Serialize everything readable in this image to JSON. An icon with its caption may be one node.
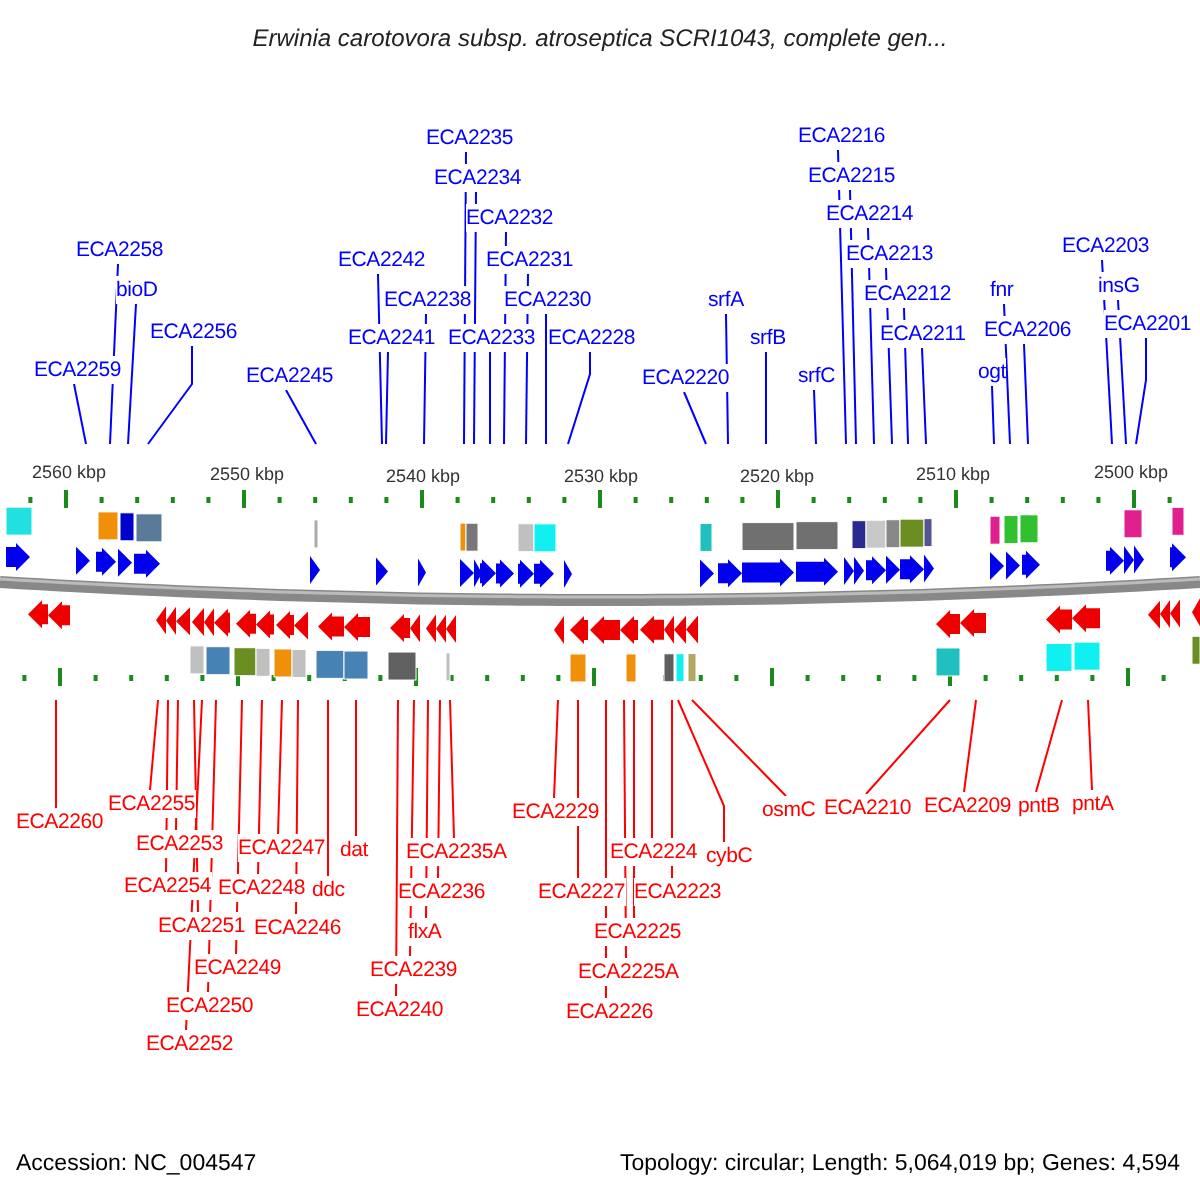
{
  "diagram": {
    "title": "Erwinia carotovora subsp. atroseptica SCRI1043, complete gen...",
    "nodes": [
      {
        "text": [
          "ECA2235"
        ]
      },
      {
        "text": [
          "ECA2216"
        ]
      },
      {
        "text": [
          "ECA2234"
        ]
      },
      {
        "text": [
          "ECA2215"
        ]
      },
      {
        "text": [
          "ECA2214"
        ]
      },
      {
        "text": [
          "ECA2232"
        ]
      },
      {
        "text": [
          "ECA2258"
        ]
      },
      {
        "text": [
          "ECA2242"
        ]
      },
      {
        "text": [
          "ECA2231"
        ]
      },
      {
        "text": [
          "ECA2203"
        ]
      },
      {
        "text": [
          "ECA2213"
        ]
      },
      {
        "text": [
          "bioD"
        ]
      },
      {
        "text": [
          "ECA2238"
        ]
      },
      {
        "text": [
          "ECA2230"
        ]
      },
      {
        "text": [
          "srfA"
        ]
      },
      {
        "text": [
          "ECA2212"
        ]
      },
      {
        "text": [
          "fnr"
        ]
      },
      {
        "text": [
          "insG"
        ]
      },
      {
        "text": [
          "ECA2256"
        ]
      },
      {
        "text": [
          "ECA2241"
        ]
      },
      {
        "text": [
          "ECA2233"
        ]
      },
      {
        "text": [
          "ECA2228"
        ]
      },
      {
        "text": [
          "srfB"
        ]
      },
      {
        "text": [
          "ECA2211"
        ]
      },
      {
        "text": [
          "ECA2206"
        ]
      },
      {
        "text": [
          "ECA2201"
        ]
      },
      {
        "text": [
          "ECA2259"
        ]
      },
      {
        "text": [
          "ECA2245"
        ]
      },
      {
        "text": [
          "ECA2220"
        ]
      },
      {
        "text": [
          "srfC"
        ]
      },
      {
        "text": [
          "ogt"
        ]
      },
      {
        "text": [
          "ECA2255"
        ]
      },
      {
        "text": [
          "pntA"
        ]
      },
      {
        "text": [
          "pntB"
        ]
      },
      {
        "text": [
          "ECA2209"
        ]
      },
      {
        "text": [
          "ECA2210"
        ]
      },
      {
        "text": [
          "osmC"
        ]
      },
      {
        "text": [
          "ECA2229"
        ]
      },
      {
        "text": [
          "ECA2260"
        ]
      },
      {
        "text": [
          "ECA2253"
        ]
      },
      {
        "text": [
          "ECA2247"
        ]
      },
      {
        "text": [
          "dat"
        ]
      },
      {
        "text": [
          "ECA2235A"
        ]
      },
      {
        "text": [
          "ECA2224"
        ]
      },
      {
        "text": [
          "cybC"
        ]
      },
      {
        "text": [
          "ECA2254"
        ]
      },
      {
        "text": [
          "ECA2248"
        ]
      },
      {
        "text": [
          "ddc"
        ]
      },
      {
        "text": [
          "ECA2236"
        ]
      },
      {
        "text": [
          "ECA2227"
        ]
      },
      {
        "text": [
          "ECA2223"
        ]
      },
      {
        "text": [
          "ECA2251"
        ]
      },
      {
        "text": [
          "ECA2246"
        ]
      },
      {
        "text": [
          "flxA"
        ]
      },
      {
        "text": [
          "ECA2225"
        ]
      },
      {
        "text": [
          "ECA2249"
        ]
      },
      {
        "text": [
          "ECA2239"
        ]
      },
      {
        "text": [
          "ECA2225A"
        ]
      },
      {
        "text": [
          "ECA2250"
        ]
      },
      {
        "text": [
          "ECA2240"
        ]
      },
      {
        "text": [
          "ECA2226"
        ]
      },
      {
        "text": [
          "ECA2252"
        ]
      }
    ],
    "edges": [
      {
        "from": 0,
        "to": null,
        "arrow": "none"
      },
      {
        "from": 1,
        "to": null,
        "arrow": "none"
      },
      {
        "from": 2,
        "to": null,
        "arrow": "none"
      },
      {
        "from": 3,
        "to": null,
        "arrow": "none"
      },
      {
        "from": 4,
        "to": null,
        "arrow": "none"
      },
      {
        "from": 5,
        "to": null,
        "arrow": "none"
      },
      {
        "from": 6,
        "to": null,
        "arrow": "none"
      },
      {
        "from": 7,
        "to": null,
        "arrow": "none"
      },
      {
        "from": 8,
        "to": null,
        "arrow": "none"
      },
      {
        "from": 9,
        "to": null,
        "arrow": "none"
      },
      {
        "from": 10,
        "to": null,
        "arrow": "none"
      },
      {
        "from": 11,
        "to": null,
        "arrow": "none"
      },
      {
        "from": 12,
        "to": null,
        "arrow": "none"
      },
      {
        "from": 13,
        "to": null,
        "arrow": "none"
      },
      {
        "from": 14,
        "to": null,
        "arrow": "none"
      },
      {
        "from": 15,
        "to": null,
        "arrow": "none"
      },
      {
        "from": 16,
        "to": null,
        "arrow": "none"
      },
      {
        "from": 17,
        "to": null,
        "arrow": "none"
      },
      {
        "from": 18,
        "to": null,
        "arrow": "none"
      },
      {
        "from": 19,
        "to": null,
        "arrow": "none"
      },
      {
        "from": 20,
        "to": null,
        "arrow": "none"
      },
      {
        "from": 21,
        "to": null,
        "arrow": "none"
      },
      {
        "from": 22,
        "to": null,
        "arrow": "none"
      },
      {
        "from": 23,
        "to": null,
        "arrow": "none"
      },
      {
        "from": 24,
        "to": null,
        "arrow": "none"
      },
      {
        "from": 25,
        "to": null,
        "arrow": "none"
      },
      {
        "from": 26,
        "to": null,
        "arrow": "none"
      },
      {
        "from": 27,
        "to": null,
        "arrow": "none"
      },
      {
        "from": 28,
        "to": null,
        "arrow": "none"
      },
      {
        "from": 29,
        "to": null,
        "arrow": "none"
      },
      {
        "from": 30,
        "to": null,
        "arrow": "none"
      },
      {
        "from": 31,
        "to": null,
        "arrow": "none",
        "color": "#ff0000"
      },
      {
        "from": 32,
        "to": null,
        "arrow": "none",
        "color": "#ff0000"
      },
      {
        "from": 33,
        "to": null,
        "arrow": "none",
        "color": "#ff0000"
      },
      {
        "from": 34,
        "to": null,
        "arrow": "none",
        "color": "#ff0000"
      },
      {
        "from": 35,
        "to": null,
        "arrow": "none",
        "color": "#ff0000"
      },
      {
        "from": 36,
        "to": null,
        "arrow": "none",
        "color": "#ff0000"
      },
      {
        "from": 37,
        "to": null,
        "arrow": "none",
        "color": "#ff0000"
      },
      {
        "from": 38,
        "to": null,
        "arrow": "none",
        "color": "#ff0000"
      },
      {
        "from": 39,
        "to": null,
        "arrow": "none",
        "color": "#ff0000"
      },
      {
        "from": 40,
        "to": null,
        "arrow": "none",
        "color": "#ff0000"
      },
      {
        "from": 41,
        "to": null,
        "arrow": "none",
        "color": "#ff0000"
      },
      {
        "from": 42,
        "to": null,
        "arrow": "none",
        "color": "#ff0000"
      },
      {
        "from": 43,
        "to": null,
        "arrow": "none",
        "color": "#ff0000"
      },
      {
        "from": 44,
        "to": null,
        "arrow": "none",
        "color": "#ff0000"
      },
      {
        "from": 45,
        "to": null,
        "arrow": "none",
        "color": "#ff0000"
      },
      {
        "from": 46,
        "to": null,
        "arrow": "none",
        "color": "#ff0000"
      },
      {
        "from": 47,
        "to": null,
        "arrow": "none",
        "color": "#ff0000"
      },
      {
        "from": 48,
        "to": null,
        "arrow": "none",
        "color": "#ff0000"
      },
      {
        "from": 49,
        "to": null,
        "arrow": "none",
        "color": "#ff0000"
      },
      {
        "from": 50,
        "to": null,
        "arrow": "none",
        "color": "#ff0000"
      },
      {
        "from": 51,
        "to": null,
        "arrow": "none",
        "color": "#ff0000"
      },
      {
        "from": 52,
        "to": null,
        "arrow": "none",
        "color": "#ff0000"
      },
      {
        "from": 53,
        "to": null,
        "arrow": "none",
        "color": "#ff0000"
      },
      {
        "from": 54,
        "to": null,
        "arrow": "none",
        "color": "#ff0000"
      },
      {
        "from": 55,
        "to": null,
        "arrow": "none",
        "color": "#ff0000"
      },
      {
        "from": 56,
        "to": null,
        "arrow": "none",
        "color": "#ff0000"
      },
      {
        "from": 57,
        "to": null,
        "arrow": "none",
        "color": "#ff0000"
      },
      {
        "from": 58,
        "to": null,
        "arrow": "none",
        "color": "#ff0000"
      },
      {
        "from": 59,
        "to": null,
        "arrow": "none",
        "color": "#ff0000"
      },
      {
        "from": 60,
        "to": null,
        "arrow": "none",
        "color": "#ff0000"
      },
      {
        "from": 61,
        "to": null,
        "arrow": "none",
        "color": "#ff0000"
      }
    ],
    "labels": [
      "2560 kbp",
      "2550 kbp",
      "2540 kbp",
      "2530 kbp",
      "2520 kbp",
      "2510 kbp",
      "2500 kbp",
      "Accession: NC_004547",
      "Topology: circular; Length: 5,064,019 bp; Genes: 4,594"
    ]
  }
}
